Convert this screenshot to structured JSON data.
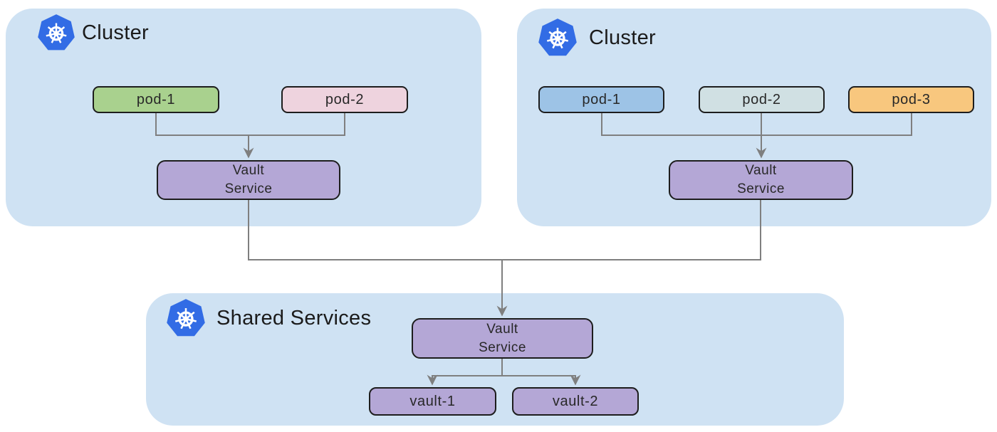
{
  "colors": {
    "page_background": "#ffffff",
    "container_bg": "#cfe2f3",
    "k8s_blue": "#326ce5",
    "k8s_wheel_white": "#ffffff",
    "node_border": "#1d1d1d",
    "connector": "#7f7f7f",
    "vault_purple": "#b4a7d6",
    "pod_green": "#a9d18e",
    "pod_pink": "#eed3de",
    "pod_blue": "#9dc3e6",
    "pod_gray": "#d0e0e3",
    "pod_orange": "#f8c77e"
  },
  "icons": {
    "cluster_logo": "kubernetes-wheel"
  },
  "clusters": {
    "left": {
      "title": "Cluster",
      "pods": [
        {
          "label": "pod-1",
          "color": "#a9d18e"
        },
        {
          "label": "pod-2",
          "color": "#eed3de"
        }
      ],
      "service": {
        "line1": "Vault",
        "line2": "Service",
        "color": "#b4a7d6"
      }
    },
    "right": {
      "title": "Cluster",
      "pods": [
        {
          "label": "pod-1",
          "color": "#9dc3e6"
        },
        {
          "label": "pod-2",
          "color": "#d0e0e3"
        },
        {
          "label": "pod-3",
          "color": "#f8c77e"
        }
      ],
      "service": {
        "line1": "Vault",
        "line2": "Service",
        "color": "#b4a7d6"
      }
    },
    "shared": {
      "title": "Shared Services",
      "service": {
        "line1": "Vault",
        "line2": "Service",
        "color": "#b4a7d6"
      },
      "vaults": [
        {
          "label": "vault-1",
          "color": "#b4a7d6"
        },
        {
          "label": "vault-2",
          "color": "#b4a7d6"
        }
      ]
    }
  }
}
